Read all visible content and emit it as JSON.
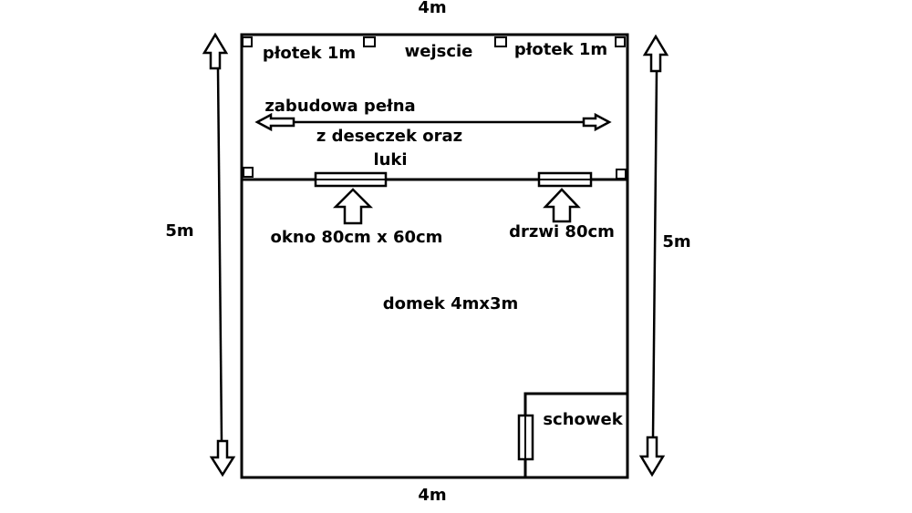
{
  "labels": {
    "top_width": "4m",
    "bottom_width": "4m",
    "left_height": "5m",
    "right_height": "5m",
    "fence_left": "płotek 1m",
    "entrance": "wejscie",
    "fence_right": "płotek 1m",
    "structure_line1": "zabudowa pełna",
    "structure_line2": "z deseczek oraz",
    "structure_line3": "luki",
    "window": "okno 80cm x 60cm",
    "door": "drzwi 80cm",
    "house": "domek 4mx3m",
    "storage": "schowek"
  },
  "colors": {
    "line": "#000000",
    "background": "#ffffff"
  }
}
